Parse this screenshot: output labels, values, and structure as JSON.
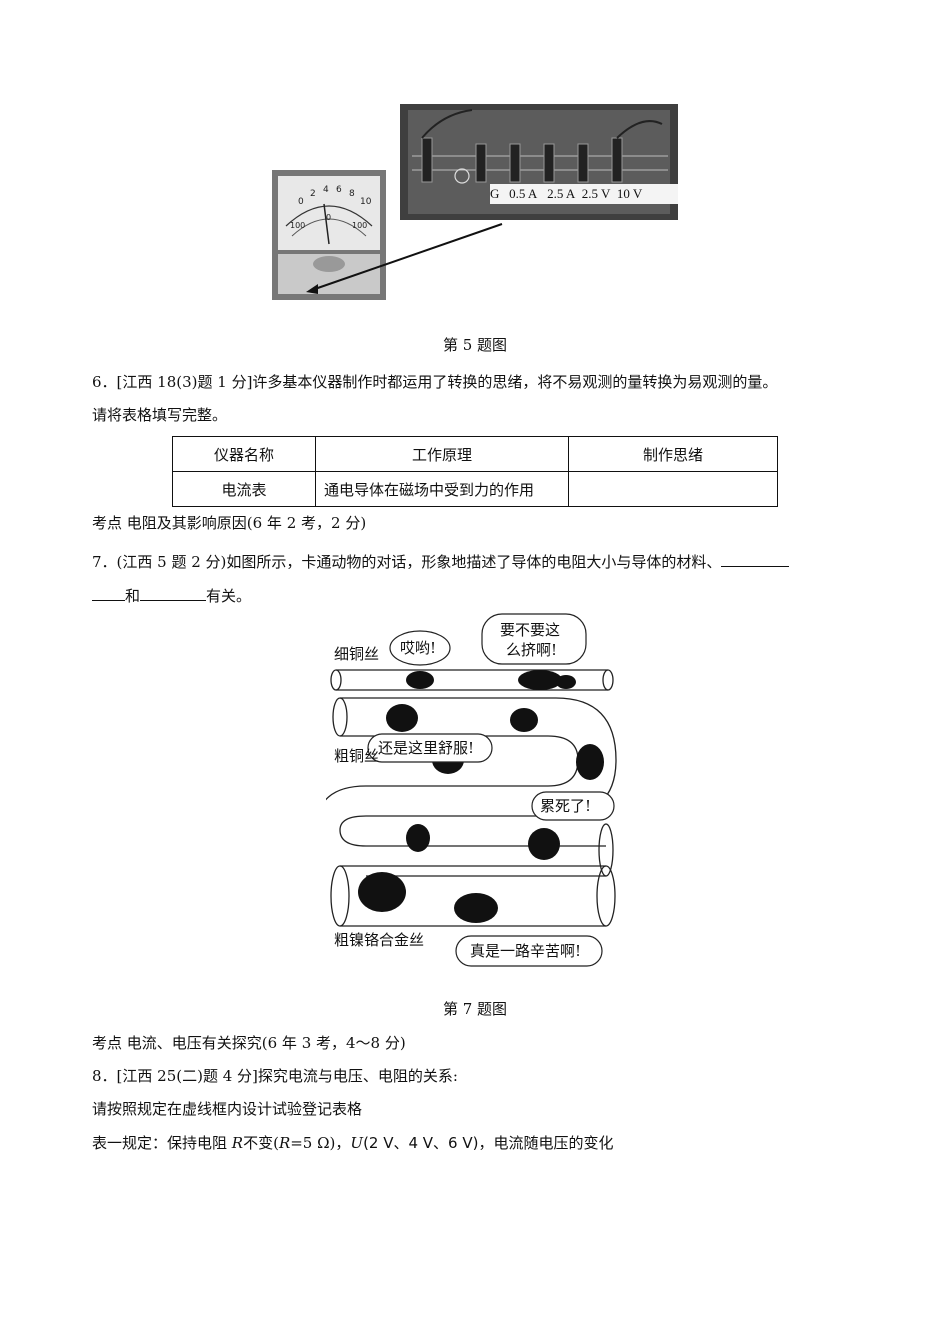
{
  "fig5": {
    "terminals": [
      "G",
      "0.5 A",
      "2.5 A",
      "2.5 V",
      "10 V"
    ],
    "scale_top": [
      "0",
      "2",
      "4",
      "6",
      "8",
      "10"
    ],
    "scale_mid": [
      "100",
      "0",
      "100"
    ],
    "caption": "第 5 题图"
  },
  "q6": {
    "line1": "6．[江西 18(3)题 1 分]许多基本仪器制作时都运用了转换的思绪，将不易观测的量转换为易观测的量。",
    "line2": "请将表格填写完整。",
    "table": {
      "headers": [
        "仪器名称",
        "工作原理",
        "制作思绪"
      ],
      "row": [
        "电流表",
        "通电导体在磁场中受到力的作用",
        ""
      ]
    }
  },
  "kp1": "考点  电阻及其影响原因(6 年 2 考，2 分)",
  "q7": {
    "line1": "7．(江西 5 题 2 分)如图所示，卡通动物的对话，形象地描述了导体的电阻大小与导体的材料、",
    "and": "和",
    "tail": "有关。"
  },
  "fig7": {
    "labels": [
      "细铜丝",
      "粗铜丝",
      "粗镍铬合金丝"
    ],
    "bubbles": [
      "哎哟!",
      "要不要这",
      "么挤啊!",
      "还是这里舒服!",
      "累死了!",
      "真是一路辛苦啊!"
    ],
    "caption": "第 7 题图"
  },
  "kp2": "考点  电流、电压有关探究(6 年 3 考，4～8 分)",
  "q8": {
    "line1": "8．[江西 25(二)题 4 分]探究电流与电压、电阻的关系:",
    "line2": "请按照规定在虚线框内设计试验登记表格",
    "line3_a": "表一规定：保持电阻 ",
    "line3_R": "R",
    "line3_b": "不变(",
    "line3_R2": "R",
    "line3_c": "=5  Ω)，",
    "line3_U": "U",
    "line3_d": "(2 V、4 V、6 V)，电流随电压的变化"
  }
}
